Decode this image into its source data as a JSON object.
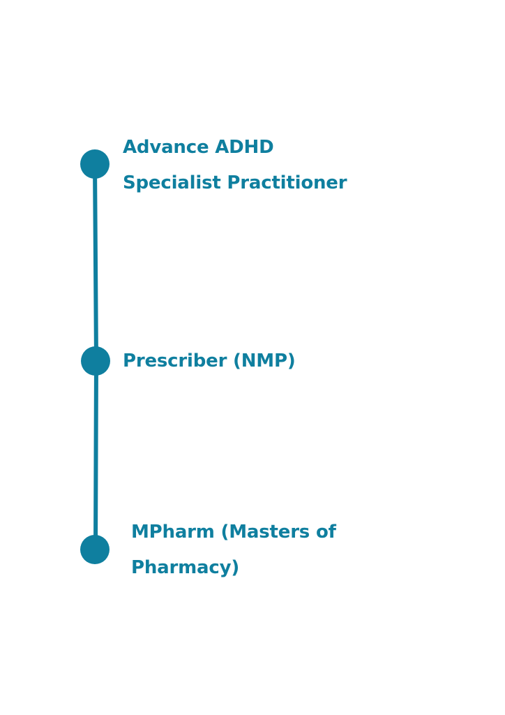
{
  "colors": {
    "accent": "#0f7f9f",
    "background": "#ffffff"
  },
  "timeline": {
    "stages": [
      {
        "lines": [
          "Advance ADHD",
          "Specialist Practitioner"
        ]
      },
      {
        "lines": [
          "Prescriber (NMP)"
        ]
      },
      {
        "lines": [
          "MPharm (Masters of",
          "Pharmacy)"
        ]
      }
    ]
  }
}
